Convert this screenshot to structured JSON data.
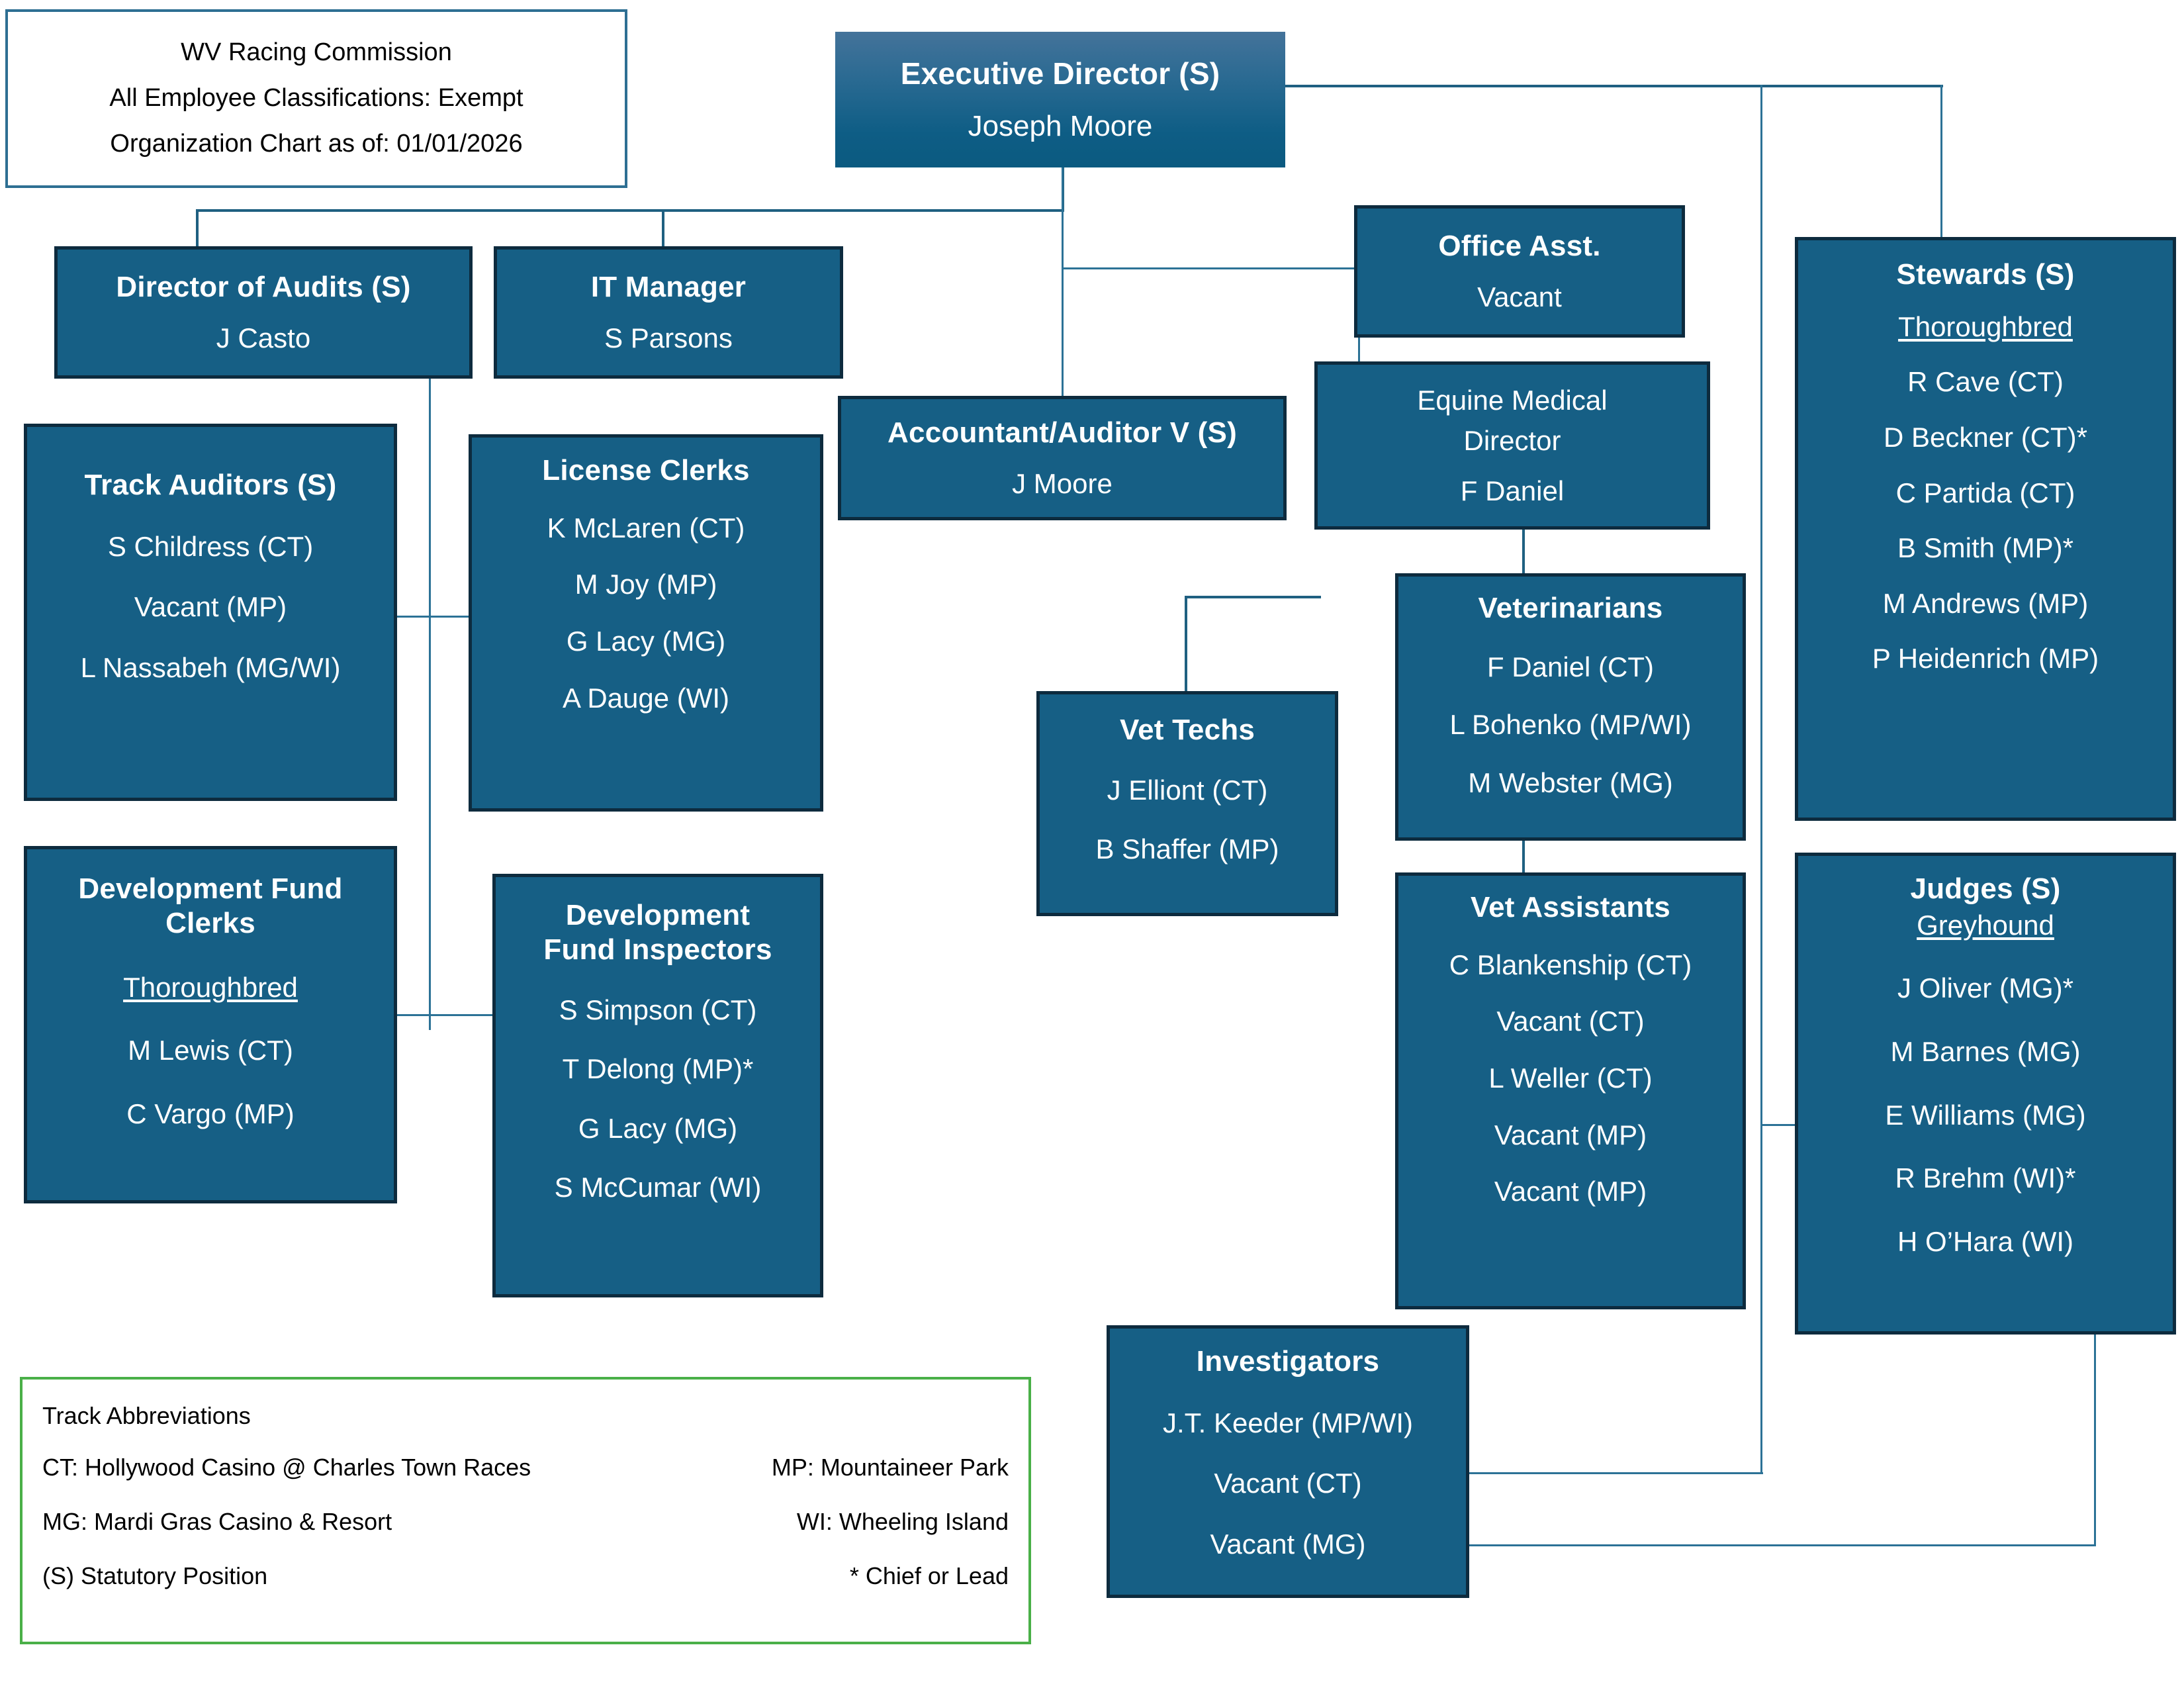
{
  "title_card": {
    "line1": "WV Racing Commission",
    "line2": "All Employee Classifications: Exempt",
    "line3": "Organization Chart as of:  01/01/2026"
  },
  "colors": {
    "box_fill": "#165f85",
    "box_border": "#0d2b3e",
    "connector": "#1f6081",
    "legend_border": "#4ab048",
    "title_border": "#2e6f93",
    "text": "#ffffff"
  },
  "nodes": {
    "executive_director": {
      "title": "Executive Director (S)",
      "people": [
        "Joseph Moore"
      ]
    },
    "director_of_audits": {
      "title": "Director of Audits (S)",
      "people": [
        "J Casto"
      ]
    },
    "it_manager": {
      "title": "IT Manager",
      "people": [
        "S Parsons"
      ]
    },
    "office_asst": {
      "title": "Office Asst.",
      "people": [
        "Vacant"
      ]
    },
    "stewards": {
      "title": "Stewards (S)",
      "subhead": "Thoroughbred",
      "people": [
        "R Cave (CT)",
        "D Beckner (CT)*",
        "C Partida (CT)",
        "B Smith (MP)*",
        "M Andrews (MP)",
        "P Heidenrich (MP)"
      ]
    },
    "accountant_auditor": {
      "title": "Accountant/Auditor V (S)",
      "people": [
        "J Moore"
      ]
    },
    "equine_medical_director": {
      "title_lines": [
        "Equine Medical",
        "Director"
      ],
      "people": [
        "F Daniel"
      ]
    },
    "track_auditors": {
      "title": "Track Auditors (S)",
      "people": [
        "S Childress (CT)",
        "Vacant (MP)",
        "L Nassabeh (MG/WI)"
      ]
    },
    "license_clerks": {
      "title": "License Clerks",
      "people": [
        "K McLaren (CT)",
        "M Joy (MP)",
        "G Lacy (MG)",
        "A Dauge (WI)"
      ]
    },
    "veterinarians": {
      "title": "Veterinarians",
      "people": [
        "F Daniel (CT)",
        "L Bohenko (MP/WI)",
        "M Webster (MG)"
      ]
    },
    "vet_techs": {
      "title": "Vet Techs",
      "people": [
        "J Elliont (CT)",
        "B Shaffer (MP)"
      ]
    },
    "vet_assistants": {
      "title": "Vet Assistants",
      "people": [
        "C Blankenship (CT)",
        "Vacant (CT)",
        "L Weller (CT)",
        "Vacant (MP)",
        "Vacant (MP)"
      ]
    },
    "development_fund_clerks": {
      "title_lines": [
        "Development Fund",
        "Clerks"
      ],
      "subhead": "Thoroughbred",
      "people": [
        "M Lewis (CT)",
        "C Vargo (MP)"
      ]
    },
    "development_fund_inspectors": {
      "title_lines": [
        "Development",
        "Fund Inspectors"
      ],
      "people": [
        "S Simpson (CT)",
        "T Delong (MP)*",
        "G Lacy (MG)",
        "S McCumar (WI)"
      ]
    },
    "judges": {
      "title": "Judges (S)",
      "subhead": "Greyhound",
      "people": [
        "J Oliver (MG)*",
        "M Barnes (MG)",
        "E Williams (MG)",
        "R Brehm (WI)*",
        "H O’Hara (WI)"
      ]
    },
    "investigators": {
      "title": "Investigators",
      "people": [
        "J.T. Keeder (MP/WI)",
        "Vacant (CT)",
        "Vacant (MG)"
      ]
    }
  },
  "legend": {
    "heading": "Track Abbreviations",
    "rows": [
      {
        "left": "CT: Hollywood Casino @ Charles Town Races",
        "right": "MP: Mountaineer Park"
      },
      {
        "left": "MG: Mardi Gras Casino & Resort",
        "right": "WI: Wheeling Island"
      },
      {
        "left": "(S) Statutory Position",
        "right": "* Chief or Lead"
      }
    ]
  }
}
